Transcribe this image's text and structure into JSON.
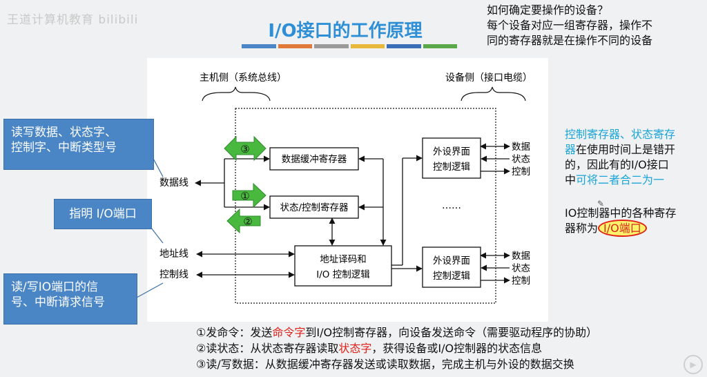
{
  "watermark": "王道计算机教育 bilibili",
  "title": "I/O接口的工作原理",
  "title_bar_colors": [
    "#4a86c6",
    "#e07a3a",
    "#9a9a9a",
    "#e8b83a",
    "#3a6fb8",
    "#5aa84a"
  ],
  "note_top": {
    "line1": "如何确定要操作的设备？",
    "line2": "每个设备对应一组寄存器，操作不",
    "line3": "同的寄存器就是在操作不同的设备"
  },
  "diagram": {
    "host_side": "主机侧（系统总线）",
    "device_side": "设备侧（接口电缆）",
    "data_line": "数据线",
    "addr_line": "地址线",
    "ctrl_line": "控制线",
    "data_buffer_reg": "数据缓冲寄存器",
    "status_ctrl_reg": "状态/控制寄存器",
    "addr_decode_l1": "地址译码和",
    "addr_decode_l2": "I/O 控制逻辑",
    "periph_l1": "外设界面",
    "periph_l2": "控制逻辑",
    "ellipsis": "……",
    "out_data": "数据",
    "out_status": "状态",
    "out_ctrl": "控制",
    "arrow1": "①",
    "arrow2": "②",
    "arrow3": "③"
  },
  "callouts": {
    "c1_l1": "读写数据、状态字、",
    "c1_l2": "控制字、中断类型号",
    "c2": "指明 I/O端口",
    "c3_l1": "读/写IO端口的信",
    "c3_l2": "号、中断请求信号"
  },
  "right_notes": {
    "blue1": "控制寄存器、状态寄存",
    "blue2": "器",
    "black1": "在使用时间上是错开",
    "black2": "的，因此有的I/O接口",
    "black3": "中",
    "blue3": "可将二者合二为一",
    "p2_l1": "IO控制器中的各种寄存",
    "p2_l2": "器称为",
    "io_port": "I/O端口"
  },
  "bottom_notes": {
    "l1_a": "①发命令：发送",
    "l1_red": "命令字",
    "l1_b": "到I/O控制寄存器，向设备发送命令（需要驱动程序的协助）",
    "l2_a": "②读状态：从状态寄存器读取",
    "l2_red": "状态字",
    "l2_b": "，获得设备或I/O控制器的状态信息",
    "l3": "③读/写数据：从数据缓冲寄存器发送或读取数据，完成主机与外设的数据交换"
  }
}
